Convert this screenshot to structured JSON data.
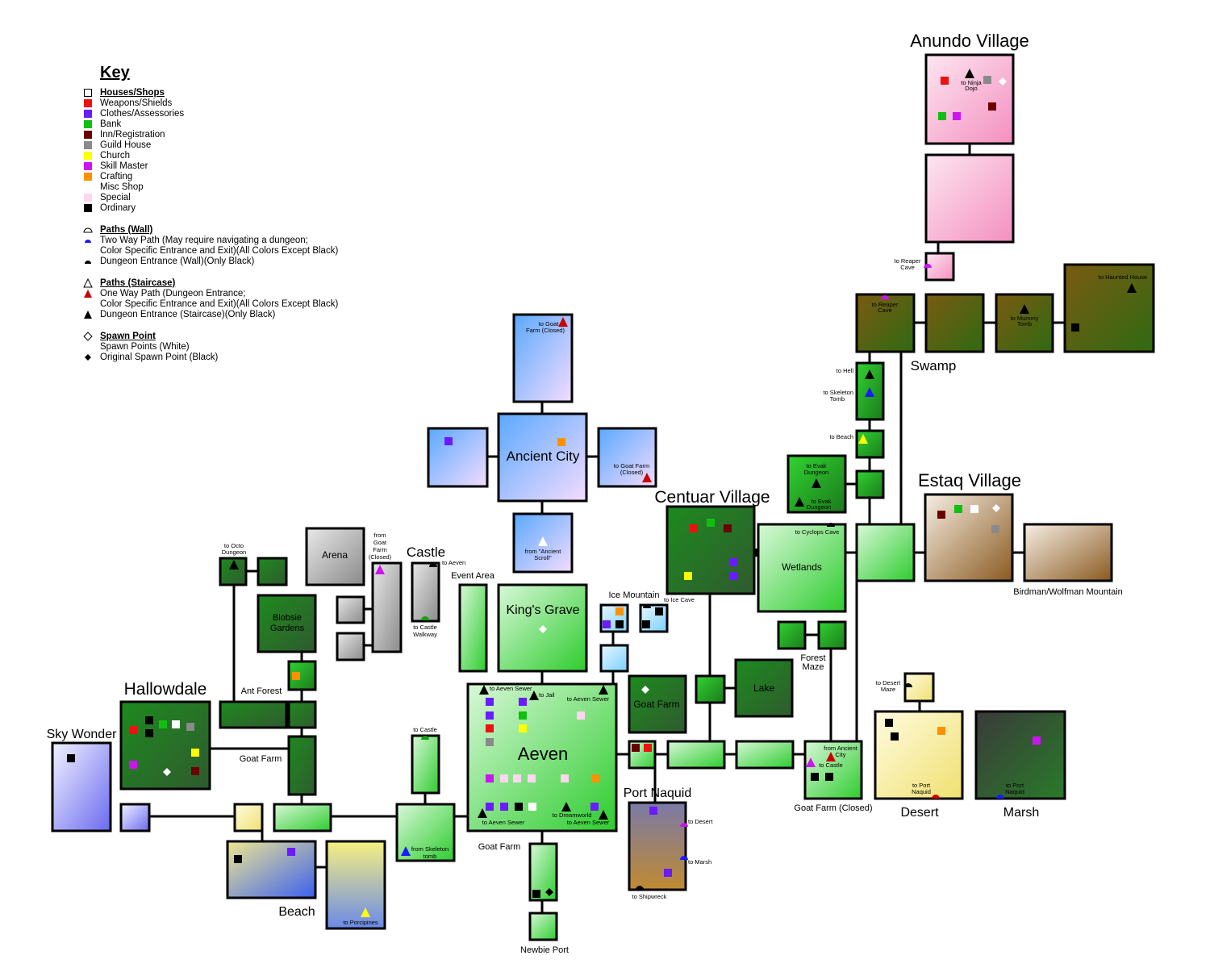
{
  "legend": {
    "title": "Key",
    "houses": {
      "header": "Houses/Shops",
      "items": [
        {
          "label": "Weapons/Shields",
          "color": "#ee1111"
        },
        {
          "label": "Clothes/Assessories",
          "color": "#6a1bff"
        },
        {
          "label": "Bank",
          "color": "#10c010"
        },
        {
          "label": "Inn/Registration",
          "color": "#6b0000"
        },
        {
          "label": "Guild House",
          "color": "#8a8a8a"
        },
        {
          "label": "Church",
          "color": "#ffff00"
        },
        {
          "label": "Skill Master",
          "color": "#cc14f0"
        },
        {
          "label": "Crafting",
          "color": "#ff9000"
        },
        {
          "label": "Misc Shop",
          "color": "#ffffff"
        },
        {
          "label": "Special",
          "color": "#ffd6ef"
        },
        {
          "label": "Ordinary",
          "color": "#000000"
        }
      ]
    },
    "paths_wall": {
      "header": "Paths (Wall)",
      "lines": [
        "Two Way Path (May require navigating a dungeon;",
        "Color Specific Entrance and Exit)(All Colors Except Black)",
        "Dungeon Entrance (Wall)(Only Black)"
      ]
    },
    "paths_stair": {
      "header": "Paths (Staircase)",
      "lines": [
        "One Way Path (Dungeon Entrance;",
        "Color Specific Entrance and Exit)(All Colors Except Black)",
        "Dungeon Entrance (Staircase)(Only Black)"
      ]
    },
    "spawn": {
      "header": "Spawn Point",
      "lines": [
        "Spawn Points (White)",
        "Original Spawn Point (Black)"
      ]
    }
  },
  "colors": {
    "green_dark": "#1a7a1a",
    "green_light": "#32d232",
    "pink": "#f7a4c8",
    "swamp": "#5a4a10",
    "sky": "#6ab8ff",
    "gray": "#bdbdbd",
    "sand": "#e8d8a8",
    "brown": "#9b6a2a"
  },
  "regions": {
    "anundo": {
      "name": "Anundo Village",
      "a": "to Ninja",
      "b": "Dojo",
      "reaper": "to Reaper",
      "reaper2": "Cave"
    },
    "swamp": {
      "name": "Swamp",
      "reaper": "to Reaper",
      "reaper2": "Cave",
      "mummy": "to Mummy",
      "mummy2": "Tomb",
      "haunted": "to Haunted House",
      "hell": "to Hell",
      "skel": "to Skeleton",
      "skel2": "Tomb",
      "beach": "to Beach"
    },
    "estaq": {
      "name": "Estaq Village",
      "birdman": "Birdman/Wolfman Mountain"
    },
    "evak": {
      "a": "to Evak",
      "b": "Dungeon",
      "c": "to Evak",
      "d": "Dungeon"
    },
    "centuar": {
      "name": "Centuar Village",
      "wetlands": "Wetlands",
      "cyclops": "to Cyclops Cave"
    },
    "ancient": {
      "name": "Ancient City",
      "goat1": "to Goat",
      "goat1b": "Farm (Closed)",
      "goat2": "to Goat Farm",
      "goat2b": "(Closed)",
      "from": "from \"Ancient",
      "from2": "Scroll\""
    },
    "kingsgrave": {
      "name": "King's Grave",
      "event": "Event Area"
    },
    "icemountain": {
      "name": "Ice Mountain",
      "icecave": "to Ice Cave"
    },
    "aeven": {
      "name": "Aeven",
      "sewer1": "to Aeven Sewer",
      "jail": "to Jail",
      "sewer2": "to Aeven Sewer",
      "sewer3": "to Aeven Sewer",
      "dream": "to Dreamworld",
      "sewer4": "to Aeven Sewer",
      "goatfarm": "Goat Farm",
      "newbie": "Newbie Port",
      "tocastle": "to Castle"
    },
    "castle": {
      "name": "Castle",
      "arena": "Arena",
      "from1": "from",
      "from2": "Goat",
      "from3": "Farm",
      "from4": "(Closed)",
      "toaeven": "to Aeven",
      "walk1": "to Castle",
      "walk2": "Walkway"
    },
    "hallowdale": {
      "name": "Hallowdale",
      "ant": "Ant Forest",
      "blobsie1": "Blobsie",
      "blobsie2": "Gardens",
      "goatfarm": "Goat Farm",
      "octo1": "to Octo",
      "octo2": "Dungeon"
    },
    "skywonder": {
      "name": "Sky Wonder"
    },
    "beach": {
      "name": "Beach",
      "porc": "to Porcipines",
      "skel1": "from Skeleton",
      "skel2": "tomb"
    },
    "portnaquid": {
      "name": "Port Naquid",
      "desert": "to Desert",
      "marsh": "to Marsh",
      "ship": "to Shipwreck"
    },
    "goatfarm_closed": {
      "name": "Goat Farm (Closed)",
      "from1": "from Ancient",
      "from2": "City",
      "castle": "to Castle",
      "goat": "Goat Farm"
    },
    "lake": {
      "name": "Lake",
      "forest1": "Forest",
      "forest2": "Maze"
    },
    "desert": {
      "name": "Desert",
      "maze1": "to Desert",
      "maze2": "Maze",
      "port1": "to Port",
      "port2": "Naquid"
    },
    "marsh": {
      "name": "Marsh",
      "port1": "to Port",
      "port2": "Naquid"
    }
  }
}
